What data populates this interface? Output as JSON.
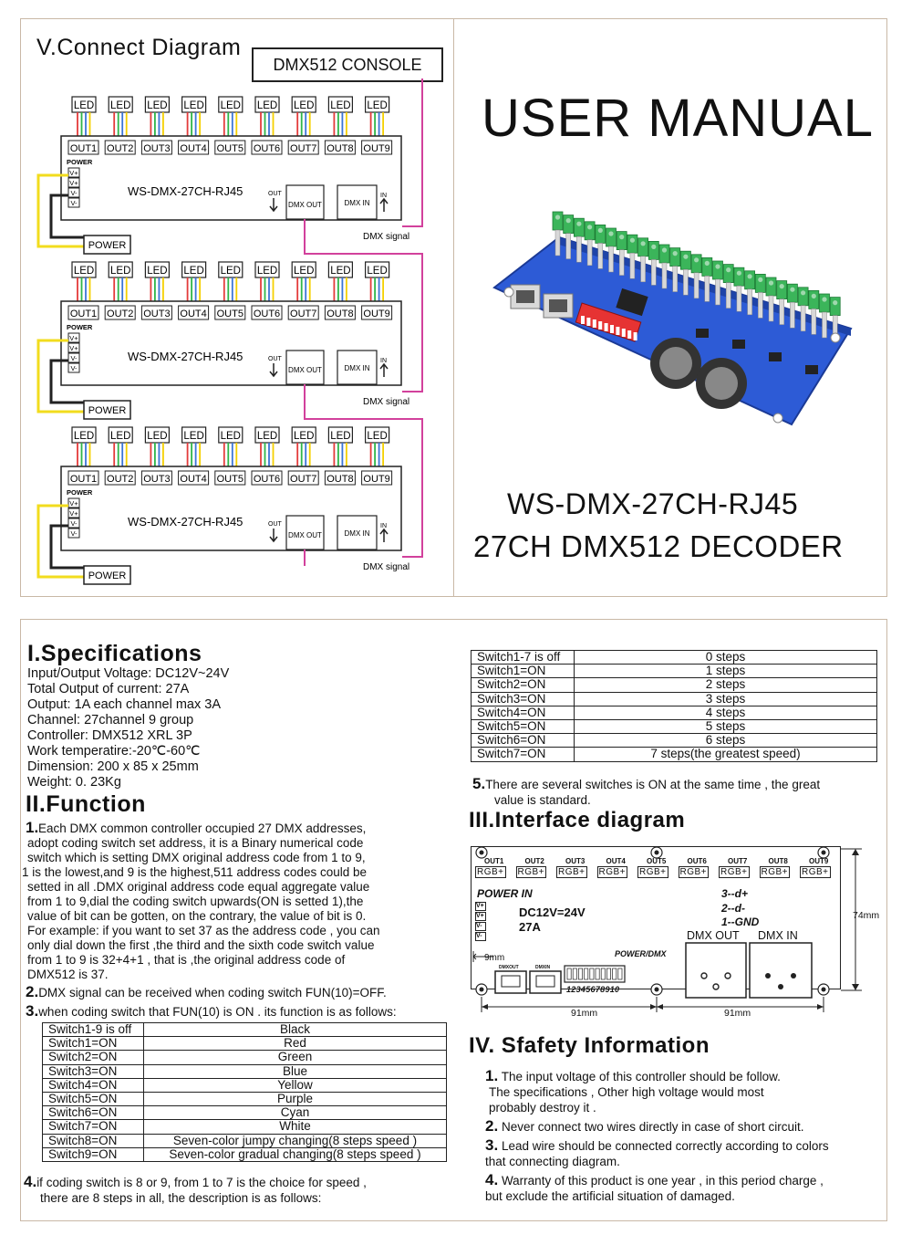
{
  "connect": {
    "title": "V.Connect Diagram",
    "console": "DMX512 CONSOLE",
    "led": "LED",
    "outs": [
      "OUT1",
      "OUT2",
      "OUT3",
      "OUT4",
      "OUT5",
      "OUT6",
      "OUT7",
      "OUT8",
      "OUT9"
    ],
    "power_label": "POWER",
    "vpins": [
      "V+",
      "V+",
      "V-",
      "V-"
    ],
    "model": "WS-DMX-27CH-RJ45",
    "out_label": "OUT",
    "in_label": "IN",
    "dmx_out": "DMX OUT",
    "dmx_in": "DMX IN",
    "power_box": "POWER",
    "signal": "DMX  signal"
  },
  "cover": {
    "title": "USER MANUAL",
    "model": "WS-DMX-27CH-RJ45",
    "subtitle": "27CH DMX512 DECODER"
  },
  "specs": {
    "heading": "I.Specifications",
    "lines": [
      "Input/Output Voltage: DC12V~24V",
      "Total Output of current: 27A",
      "Output: 1A each channel max 3A",
      "Channel: 27channel 9 group",
      "Controller: DMX512 XRL 3P",
      "Work temperatire:-20℃-60℃",
      "Dimension: 200 x 85 x 25mm",
      "Weight: 0. 23Kg"
    ]
  },
  "function": {
    "heading": "II.Function",
    "item1_num": "1.",
    "item1_lines": [
      "Each DMX common controller occupied 27 DMX addresses,",
      "adopt coding switch set address, it is a Binary numerical code",
      "switch which is setting DMX original address code from 1 to 9,",
      "1 is the lowest,and 9 is the highest,511 address codes  could be",
      "setted  in all .DMX original address code equal aggregate value",
      "from 1 to 9,dial the coding switch upwards(ON is setted 1),the",
      "value of bit can be  gotten, on the contrary, the value of bit is 0.",
      "For example: if you want to set 37 as the address code , you can",
      "only dial down the first ,the third and the  sixth code switch value",
      "from 1 to 9 is 32+4+1 , that is ,the original address  code of",
      "DMX512 is 37."
    ],
    "item2_num": "2.",
    "item2": "DMX signal can be received when coding switch FUN(10)=OFF.",
    "item3_num": "3.",
    "item3": "when coding switch that FUN(10) is ON . its function is as follows:",
    "table1": [
      [
        "Switch1-9 is off",
        "Black"
      ],
      [
        "Switch1=ON",
        "Red"
      ],
      [
        "Switch2=ON",
        "Green"
      ],
      [
        "Switch3=ON",
        "Blue"
      ],
      [
        "Switch4=ON",
        "Yellow"
      ],
      [
        "Switch5=ON",
        "Purple"
      ],
      [
        "Switch6=ON",
        "Cyan"
      ],
      [
        "Switch7=ON",
        "White"
      ],
      [
        "Switch8=ON",
        "Seven-color jumpy changing(8 steps speed )"
      ],
      [
        "Switch9=ON",
        "Seven-color gradual changing(8 steps speed )"
      ]
    ],
    "item4_num": "4.",
    "item4_line1": "if coding switch is 8 or 9,  from 1 to 7 is the choice for speed ,",
    "item4_line2": "there are 8 steps in all, the description is as follows:",
    "table2": [
      [
        "Switch1-7 is off",
        "0 steps"
      ],
      [
        "Switch1=ON",
        "1 steps"
      ],
      [
        "Switch2=ON",
        "2 steps"
      ],
      [
        "Switch3=ON",
        "3 steps"
      ],
      [
        "Switch4=ON",
        "4 steps"
      ],
      [
        "Switch5=ON",
        "5 steps"
      ],
      [
        "Switch6=ON",
        "6 steps"
      ],
      [
        "Switch7=ON",
        "7 steps(the greatest speed)"
      ]
    ],
    "item5_num": "5.",
    "item5_line1": "There are several switches is ON at the same time , the great",
    "item5_line2": "value is standard."
  },
  "interface": {
    "heading": "III.Interface diagram",
    "outs": [
      "OUT1",
      "OUT2",
      "OUT3",
      "OUT4",
      "OUT5",
      "OUT6",
      "OUT7",
      "OUT8",
      "OUT9"
    ],
    "rgb": "RGB+",
    "power_in": "POWER  IN",
    "voltage": "DC12V=24V",
    "amps": "27A",
    "pins": [
      "3--d+",
      "2--d-",
      "1--GND"
    ],
    "dmx_out": "DMX  OUT",
    "dmx_in": "DMX  IN",
    "power_dmx": "POWER/DMX",
    "dim_9": "9mm",
    "rj_out": "DMXOUT",
    "rj_in": "DMXIN",
    "switch_nums": "12345678910",
    "dim_74": "74mm",
    "dim_91a": "91mm",
    "dim_91b": "91mm"
  },
  "safety": {
    "heading": "IV. Sfafety Information",
    "items": [
      {
        "num": "1.",
        "lines": [
          " The input voltage of this controller should be follow.",
          "The specifications , Other high voltage would most",
          "probably destroy it ."
        ]
      },
      {
        "num": "2.",
        "lines": [
          " Never connect two wires directly in case of short circuit."
        ]
      },
      {
        "num": "3.",
        "lines": [
          " Lead wire should be connected correctly according to colors",
          "that connecting diagram."
        ]
      },
      {
        "num": "4.",
        "lines": [
          " Warranty of this product is one year , in this period charge ,",
          "but exclude the artificial situation of damaged."
        ]
      }
    ]
  }
}
